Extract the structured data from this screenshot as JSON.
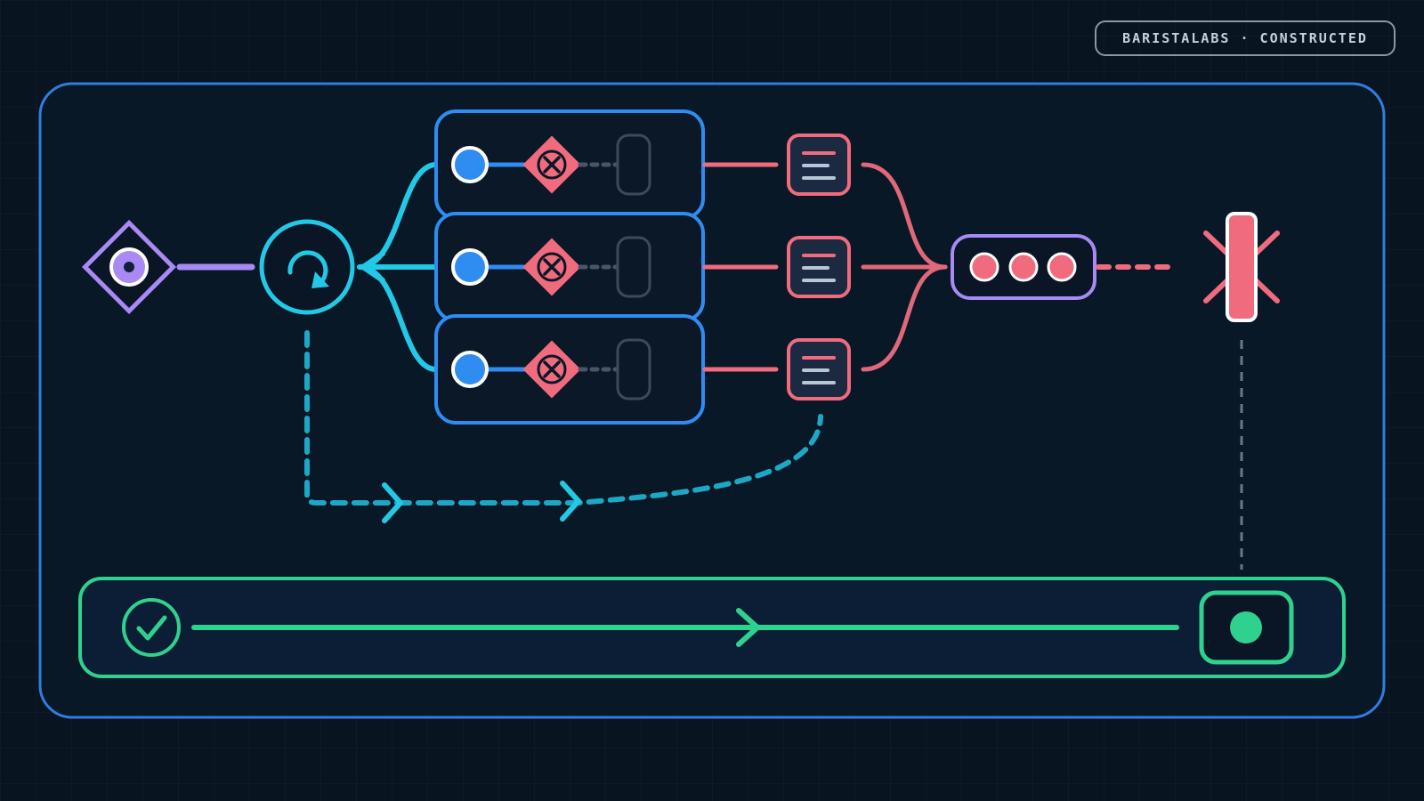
{
  "badge": {
    "label": "BARISTALABS · CONSTRUCTED"
  },
  "colors": {
    "background": "#081420",
    "frame": "#2f7de0",
    "cyan": "#22c9e6",
    "blue": "#2f8cf0",
    "coral": "#f06b7e",
    "purple": "#a98af5",
    "green": "#2fd18f",
    "muted": "#3c4a5c"
  },
  "diagram": {
    "start_node": "diamond-target-icon",
    "loop_node": "refresh-icon",
    "parallel_lanes": 3,
    "lane_items": [
      "blue-dot",
      "x-diamond-icon",
      "empty-slot"
    ],
    "document_nodes": 3,
    "merge_node": "three-dots-node",
    "end_node": "crossed-bar-icon",
    "footer": {
      "start_icon": "check-circle-icon",
      "end_icon": "record-square-icon"
    }
  }
}
